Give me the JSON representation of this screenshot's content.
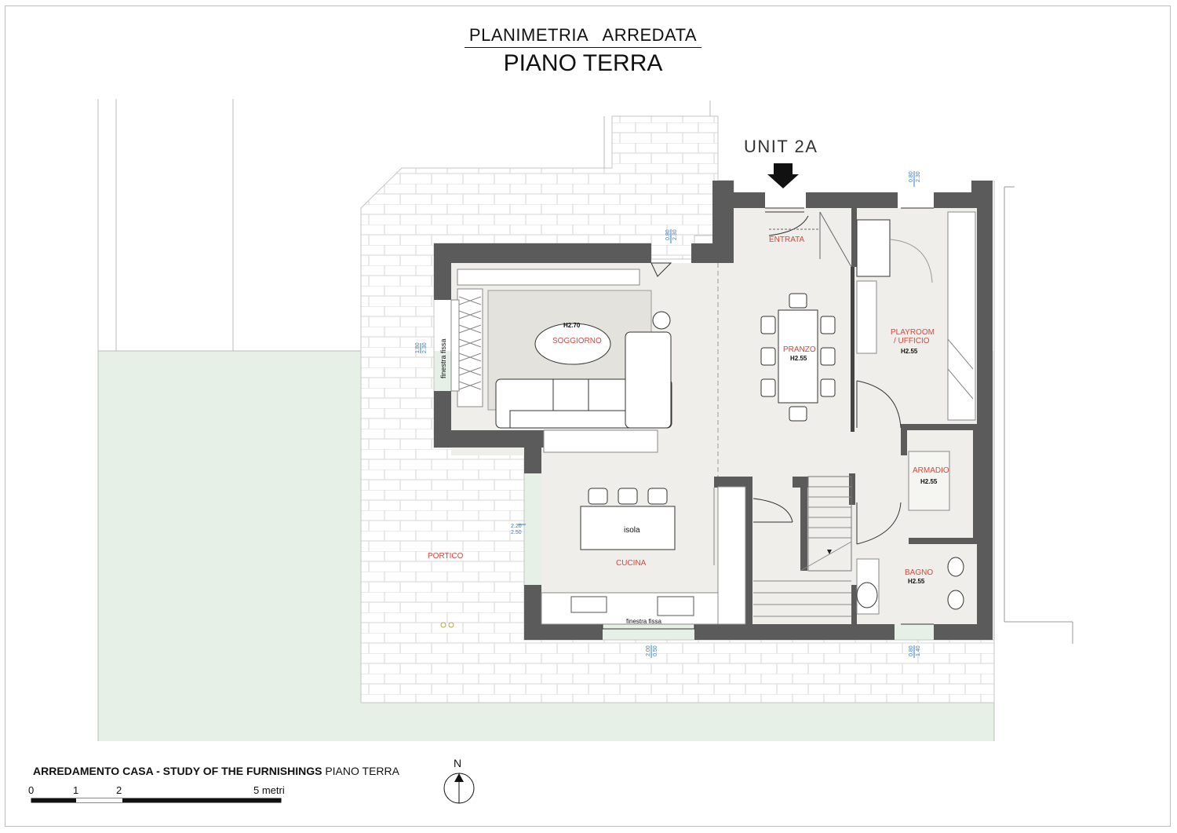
{
  "title": {
    "line1": "PLANIMETRIA   ARREDATA",
    "line2": "PIANO TERRA"
  },
  "unit_label": "UNIT  2A",
  "rooms": {
    "entrata": "ENTRATA",
    "soggiorno": "SOGGIORNO",
    "soggiorno_height": "H2.70",
    "pranzo": "PRANZO",
    "pranzo_height": "H2.55",
    "playroom_line1": "PLAYROOM",
    "playroom_line2": "/ UFFICIO",
    "playroom_height": "H2.55",
    "armadio": "ARMADIO",
    "armadio_height": "H2.55",
    "bagno": "BAGNO",
    "bagno_height": "H2.55",
    "cucina": "CUCINA",
    "isola": "isola",
    "portico": "PORTICO"
  },
  "windows": {
    "fixed_left": "finestra fissa",
    "fixed_bottom": "finestra fissa"
  },
  "dimensions": {
    "w_top_left": [
      "0.80",
      "2.30"
    ],
    "w_top_right": [
      "0.80",
      "2.30"
    ],
    "w_left": [
      "1.80",
      "2.30"
    ],
    "w_kitchen": [
      "2.20",
      "2.50"
    ],
    "w_bottom_kitchen": [
      "2.00",
      "0.50"
    ],
    "w_bottom_bath": [
      "0.80",
      "1.40"
    ]
  },
  "footer": {
    "title_bold": "ARREDAMENTO CASA - STUDY OF THE FURNISHINGS",
    "title_rest": " PIANO TERRA",
    "scale_labels": [
      "0",
      "1",
      "2",
      "5 metri"
    ],
    "north": "N"
  },
  "colors": {
    "wall": "#5a5a5a",
    "floor": "#efeeea",
    "garden": "#e8f1e8",
    "room_label": "#e0443a",
    "dimension": "#2b7bd6",
    "paving_line": "#d0d0d0"
  }
}
